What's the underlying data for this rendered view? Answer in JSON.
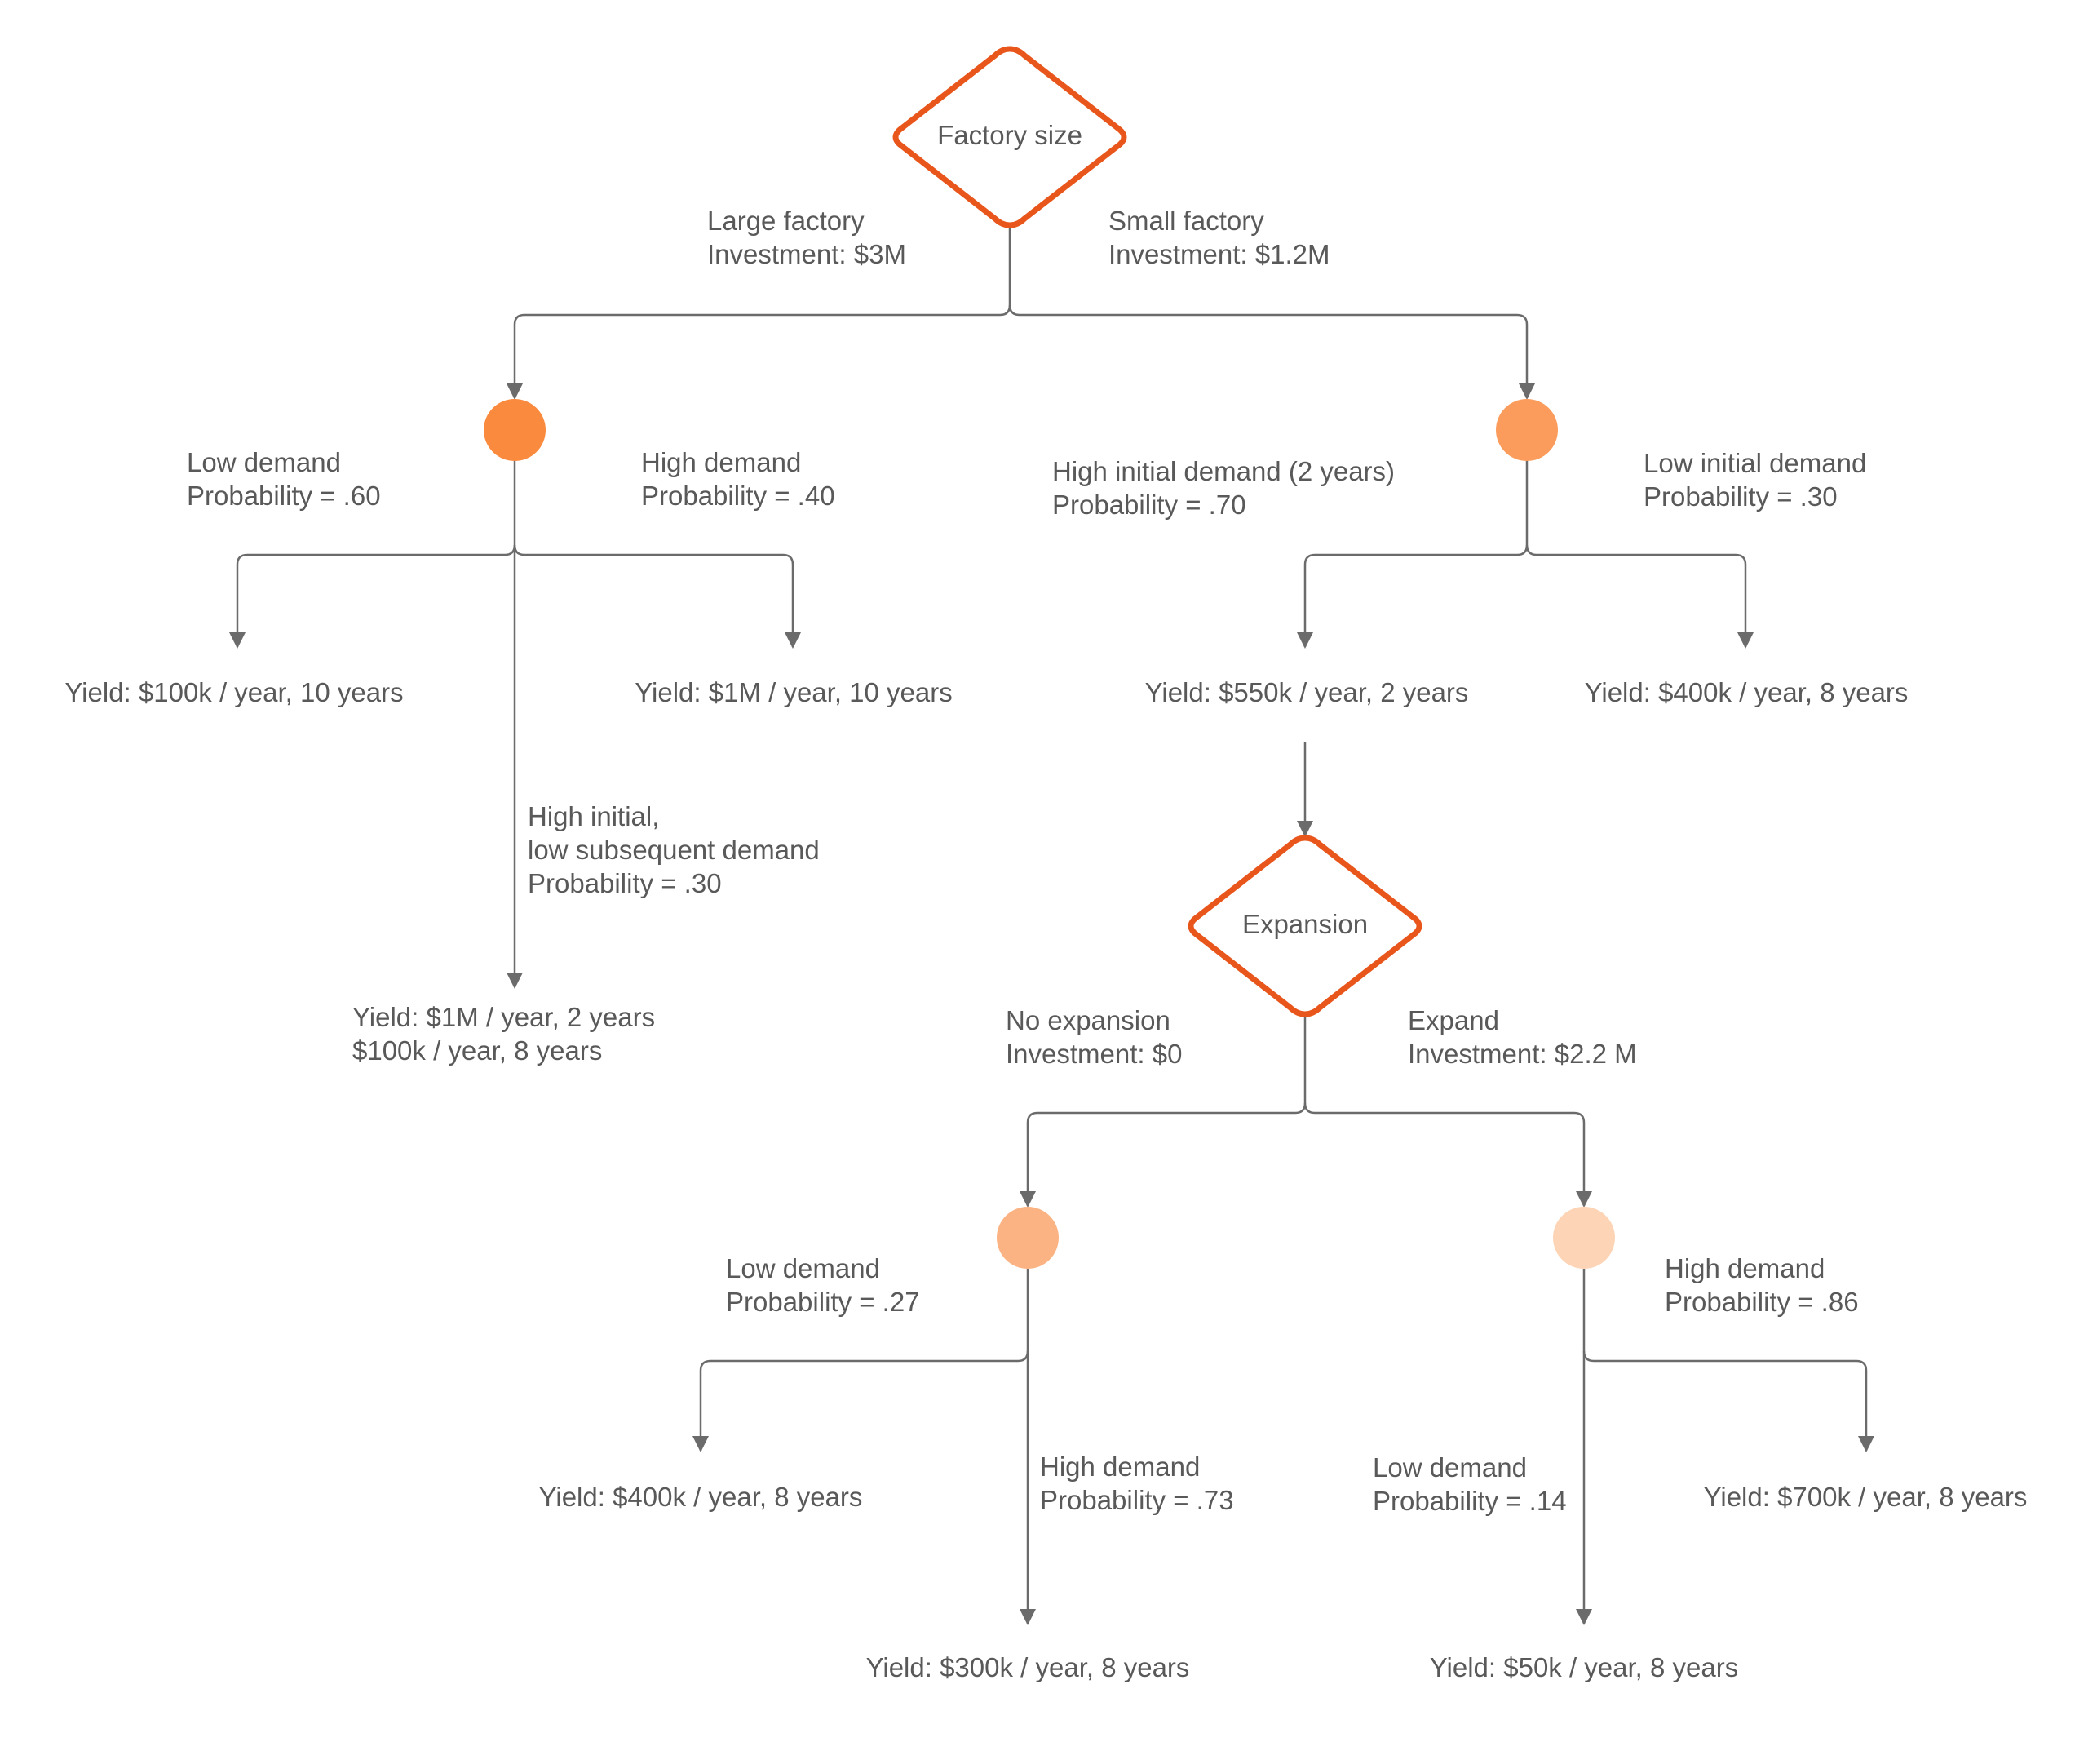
{
  "decisions": {
    "factory_size": "Factory size",
    "expansion": "Expansion"
  },
  "branches": {
    "large_factory": [
      "Large factory",
      "Investment: $3M"
    ],
    "small_factory": [
      "Small factory",
      "Investment: $1.2M"
    ],
    "large_low_demand": [
      "Low demand",
      "Probability = .60"
    ],
    "large_high_demand": [
      "High demand",
      "Probability = .40"
    ],
    "large_high_initial_low_subsequent": [
      "High initial,",
      "low subsequent demand",
      "Probability = .30"
    ],
    "small_high_initial": [
      "High initial demand (2 years)",
      "Probability = .70"
    ],
    "small_low_initial": [
      "Low initial demand",
      "Probability = .30"
    ],
    "no_expansion": [
      "No expansion",
      "Investment: $0"
    ],
    "expand": [
      "Expand",
      "Investment: $2.2 M"
    ],
    "noexp_low_demand": [
      "Low demand",
      "Probability = .27"
    ],
    "noexp_high_demand": [
      "High demand",
      "Probability = .73"
    ],
    "exp_high_demand": [
      "High demand",
      "Probability = .86"
    ],
    "exp_low_demand": [
      "Low demand",
      "Probability = .14"
    ]
  },
  "outcomes": {
    "large_low": [
      "Yield: $100k / year, 10 years"
    ],
    "large_high": [
      "Yield: $1M / year, 10 years"
    ],
    "large_mixed": [
      "Yield: $1M / year, 2 years",
      "$100k / year, 8 years"
    ],
    "small_high_initial": [
      "Yield: $550k / year, 2 years"
    ],
    "small_low_initial": [
      "Yield: $400k / year, 8 years"
    ],
    "noexp_low": [
      "Yield: $400k / year, 8 years"
    ],
    "noexp_high": [
      "Yield: $300k / year, 8 years"
    ],
    "exp_high": [
      "Yield: $700k / year, 8 years"
    ],
    "exp_low": [
      "Yield: $50k / year, 8 years"
    ]
  },
  "colors": {
    "decision_stroke": "#E8561C",
    "chance_large": "#FA8A3E",
    "chance_small": "#FB9C5C",
    "chance_noexp": "#FCB383",
    "chance_exp": "#FDD4B5",
    "connector": "#6B6B6B",
    "text": "#595959"
  }
}
